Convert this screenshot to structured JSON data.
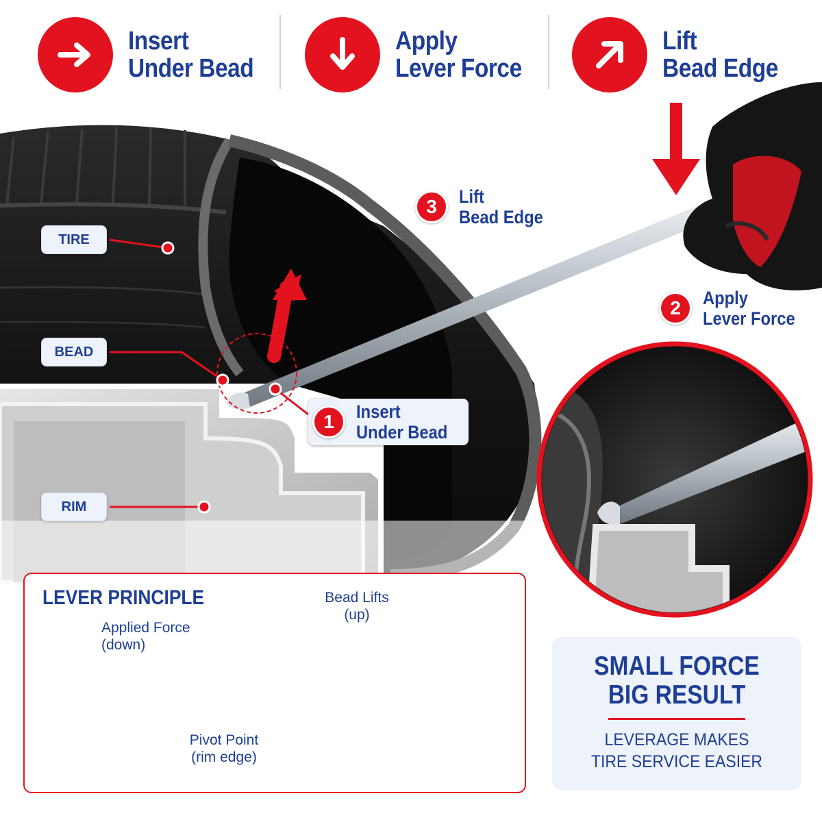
{
  "header_steps": [
    {
      "line1": "Insert",
      "line2": "Under Bead",
      "icon": "arrow-right-icon"
    },
    {
      "line1": "Apply",
      "line2": "Lever Force",
      "icon": "arrow-down-icon"
    },
    {
      "line1": "Lift",
      "line2": "Bead Edge",
      "icon": "arrow-up-right-icon"
    }
  ],
  "part_labels": {
    "tire": "TIRE",
    "bead": "BEAD",
    "rim": "RIM"
  },
  "callouts": [
    {
      "number": "1",
      "line1": "Insert",
      "line2": "Under Bead"
    },
    {
      "number": "2",
      "line1": "Apply",
      "line2": "Lever Force"
    },
    {
      "number": "3",
      "line1": "Lift",
      "line2": "Bead Edge"
    }
  ],
  "lever_principle": {
    "title": "LEVER PRINCIPLE",
    "applied_force_line1": "Applied Force",
    "applied_force_line2": "(down)",
    "bead_lifts_line1": "Bead Lifts",
    "bead_lifts_line2": "(up)",
    "pivot_line1": "Pivot Point",
    "pivot_line2": "(rim edge)"
  },
  "result_card": {
    "headline_line1": "SMALL FORCE",
    "headline_line2": "BIG RESULT",
    "sub_line1": "LEVERAGE MAKES",
    "sub_line2": "TIRE SERVICE EASIER"
  },
  "colors": {
    "accent_red": "#e3121f",
    "brand_blue": "#1f3f95",
    "label_bg": "#eef2fb"
  }
}
